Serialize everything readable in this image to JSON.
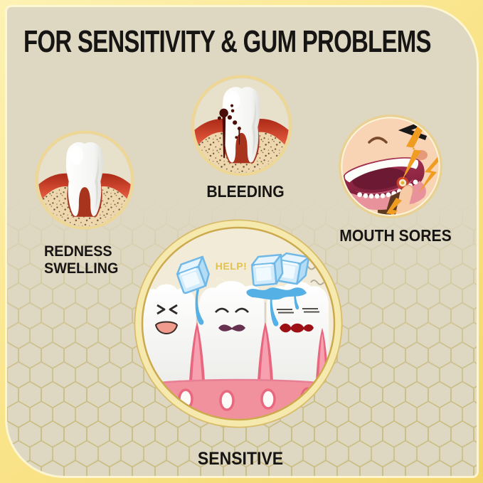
{
  "title": "FOR SENSITIVITY & GUM PROBLEMS",
  "sections": {
    "redness": {
      "line1": "REDNESS",
      "line2": "SWELLING"
    },
    "bleeding": {
      "label": "BLEEDING"
    },
    "mouth_sores": {
      "label": "MOUTH SORES"
    },
    "sensitive": {
      "label": "SENSITIVE",
      "help_text": "HELP!"
    }
  },
  "illustrations": {
    "redness": "tooth-inflamed-gums-illustration",
    "bleeding": "tooth-bleeding-gums-illustration",
    "mouth_sores": "mouth-canker-sore-pain-illustration",
    "sensitive": "sensitive-teeth-with-ice-cubes-illustration"
  },
  "colors": {
    "frame_yellow": "#fae58c",
    "panel_beige": "#ded8c3",
    "honeycomb_line": "#cbbd85",
    "title_black": "#171513",
    "small_ring_gold": "#eed694",
    "big_ring_band": "#f6e9ae",
    "big_ring_gold": "#cda94e",
    "gum_inflamed_red": "#d94f35",
    "blood_dark_red": "#4a0d09",
    "gum_pink": "#f2919e",
    "gum_spike_rose": "#e8677f",
    "ice_blue": "#d2ebfa",
    "ice_edge_blue": "#6fb8e8",
    "bolt_orange": "#f09c20",
    "skin_tone": "#f8d3b4",
    "help_yellow": "#e3c24c"
  }
}
